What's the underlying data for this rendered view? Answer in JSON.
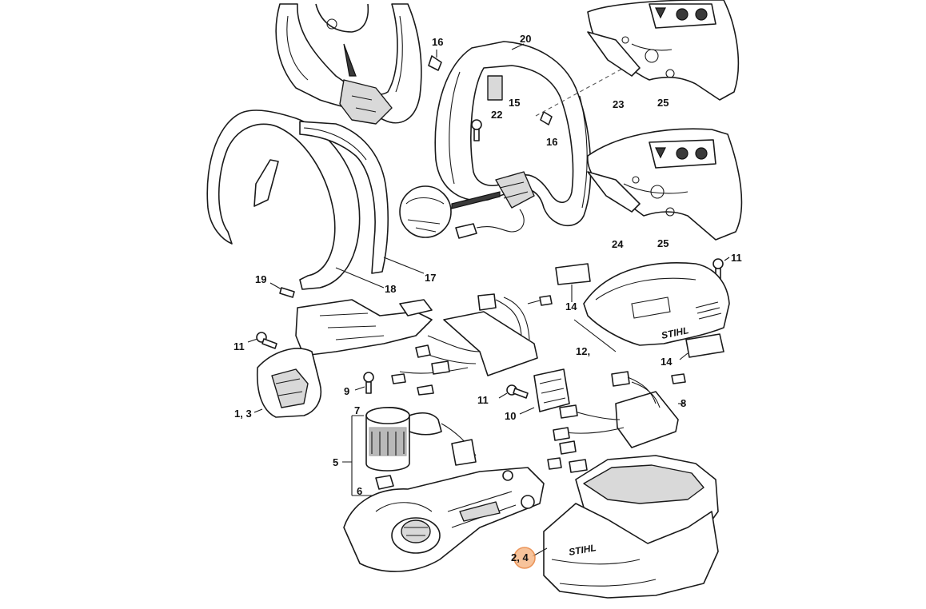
{
  "diagram": {
    "brand_mark": "STIHL",
    "highlighted_callout": "2, 4",
    "callouts": [
      "16",
      "20",
      "15",
      "22",
      "16",
      "23",
      "25",
      "24",
      "25",
      "19",
      "18",
      "17",
      "11",
      "14",
      "12,",
      "14",
      "11",
      "1, 3",
      "9",
      "7",
      "11",
      "10",
      "8",
      "5",
      "6",
      "2, 4"
    ],
    "highlight_color": "#e8833e"
  }
}
